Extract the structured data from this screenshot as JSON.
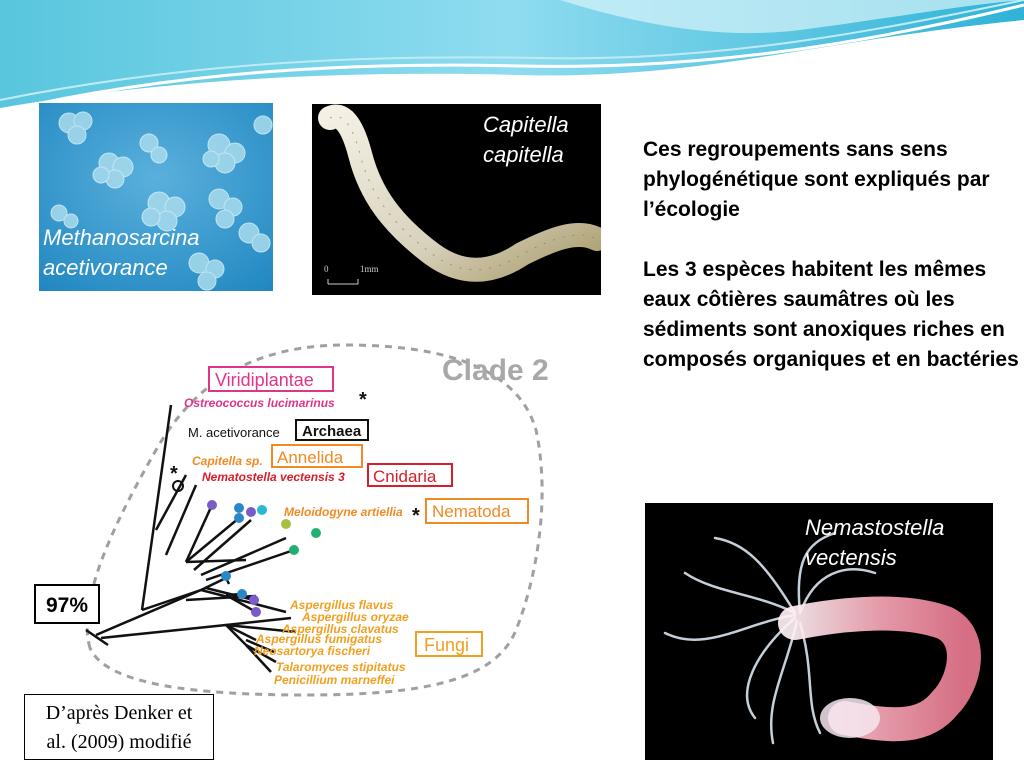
{
  "photos": {
    "methanosarcina": {
      "label_line1": "Methanosarcina",
      "label_line2": "acetivorance"
    },
    "capitella": {
      "label_line1": "Capitella",
      "label_line2": "capitella",
      "scale_zero": "0",
      "scale_unit": "1mm"
    },
    "nematostella": {
      "label_line1": "Nemastostella",
      "label_line2": "vectensis"
    }
  },
  "text": {
    "para1": "Ces regroupements sans sens phylogénétique sont expliqués par l’écologie",
    "para2": "Les 3 espèces habitent les mêmes eaux côtières saumâtres où les sédiments sont anoxiques riches en composés organiques et en bactéries"
  },
  "tree": {
    "clade_title": "Clade 2",
    "support_value": "97%",
    "groups": {
      "viridiplantae": "Viridiplantae",
      "archaea": "Archaea",
      "annelida": "Annelida",
      "cnidaria": "Cnidaria",
      "nematoda": "Nematoda",
      "fungi": "Fungi"
    },
    "taxa": {
      "ostreococcus": "Ostreococcus lucimarinus",
      "m_acetivorance": "M. acetivorance",
      "capitella": "Capitella sp.",
      "nematostella": "Nematostella vectensis 3",
      "meloidogyne": "Meloidogyne artiellia",
      "fungi_list": [
        "Aspergillus flavus",
        "Aspergillus oryzae",
        "Aspergillus clavatus",
        "Aspergillus fumigatus",
        "Neosartorya fischeri",
        "Talaromyces stipitatus",
        "Penicillium marneffei"
      ]
    },
    "marker": "*",
    "colors": {
      "pink": "#e0338a",
      "red": "#d81e2a",
      "orange": "#f08a24",
      "fungi": "#f0a020",
      "grey": "#a0a0a0"
    }
  },
  "citation": {
    "line1": "D’après Denker et",
    "line2": "al. (2009) modifié"
  }
}
